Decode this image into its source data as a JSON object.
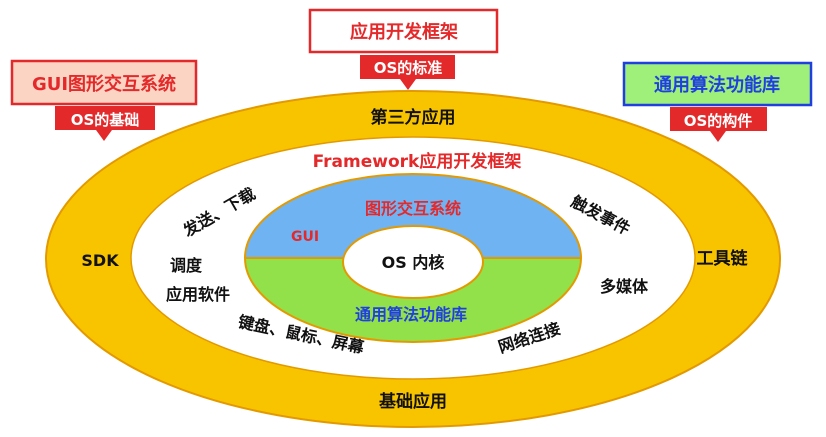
{
  "callouts": {
    "gui": {
      "title": "GUI图形交互系统",
      "sub": "OS的基础"
    },
    "framework": {
      "title": "应用开发框架",
      "sub": "OS的标准"
    },
    "algo": {
      "title": "通用算法功能库",
      "sub": "OS的构件"
    }
  },
  "outer_ring": {
    "top": "第三方应用",
    "left": "SDK",
    "right": "工具链",
    "bottom": "基础应用"
  },
  "middle_ring": {
    "title": "Framework应用开发框架",
    "send_download": "发送、下载",
    "touch_event": "触发事件",
    "schedule_line1": "调度",
    "schedule_line2": "应用软件",
    "multimedia": "多媒体",
    "devices": "键盘、鼠标、屏幕",
    "network": "网络连接"
  },
  "inner": {
    "gui_system": "图形交互系统",
    "gui_tag": "GUI",
    "kernel": "OS 内核",
    "algo_lib": "通用算法功能库"
  },
  "colors": {
    "outer_ring": "#f8c400",
    "outer_stroke": "#e39a00",
    "gui_half": "#6fb3f3",
    "algo_half": "#92e04a",
    "red_accent": "#e4292b",
    "callout_green": "#9ef07a",
    "callout_pink": "#fbd4c4",
    "callout_white": "#ffffff",
    "text_dark": "#111111",
    "text_blue": "#1f3fe0",
    "text_green": "#18a840"
  }
}
